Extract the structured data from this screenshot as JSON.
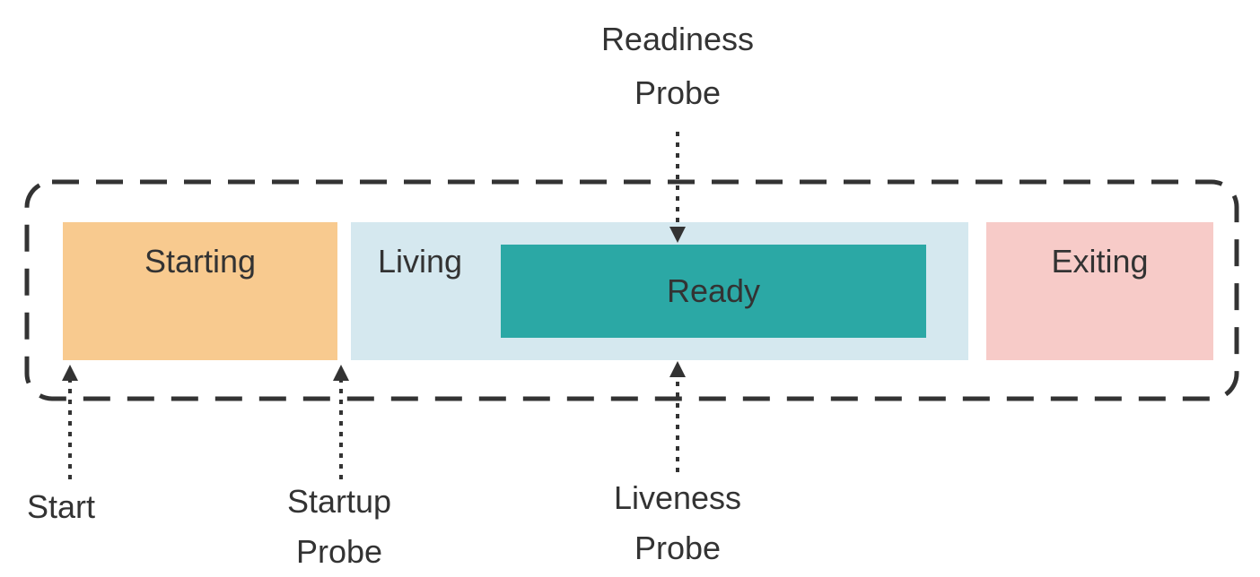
{
  "canvas": {
    "background": "#ffffff",
    "ink": "#333333"
  },
  "boundary": {
    "name": "pod-lifecycle-dashed-boundary",
    "border_color": "#333333",
    "border_style": "dashed"
  },
  "states": {
    "starting": {
      "label": "Starting",
      "fill": "#F8CA8F"
    },
    "living": {
      "label": "Living",
      "fill": "#D5E8EF"
    },
    "ready": {
      "label": "Ready",
      "fill": "#2BA8A5"
    },
    "exiting": {
      "label": "Exiting",
      "fill": "#F7CBC8"
    }
  },
  "annotations": {
    "readiness_probe": {
      "line1": "Readiness",
      "line2": "Probe",
      "arrow_direction": "down"
    },
    "start": {
      "line1": "Start",
      "arrow_direction": "up"
    },
    "startup_probe": {
      "line1": "Startup",
      "line2": "Probe",
      "arrow_direction": "up"
    },
    "liveness_probe": {
      "line1": "Liveness",
      "line2": "Probe",
      "arrow_direction": "up"
    }
  }
}
